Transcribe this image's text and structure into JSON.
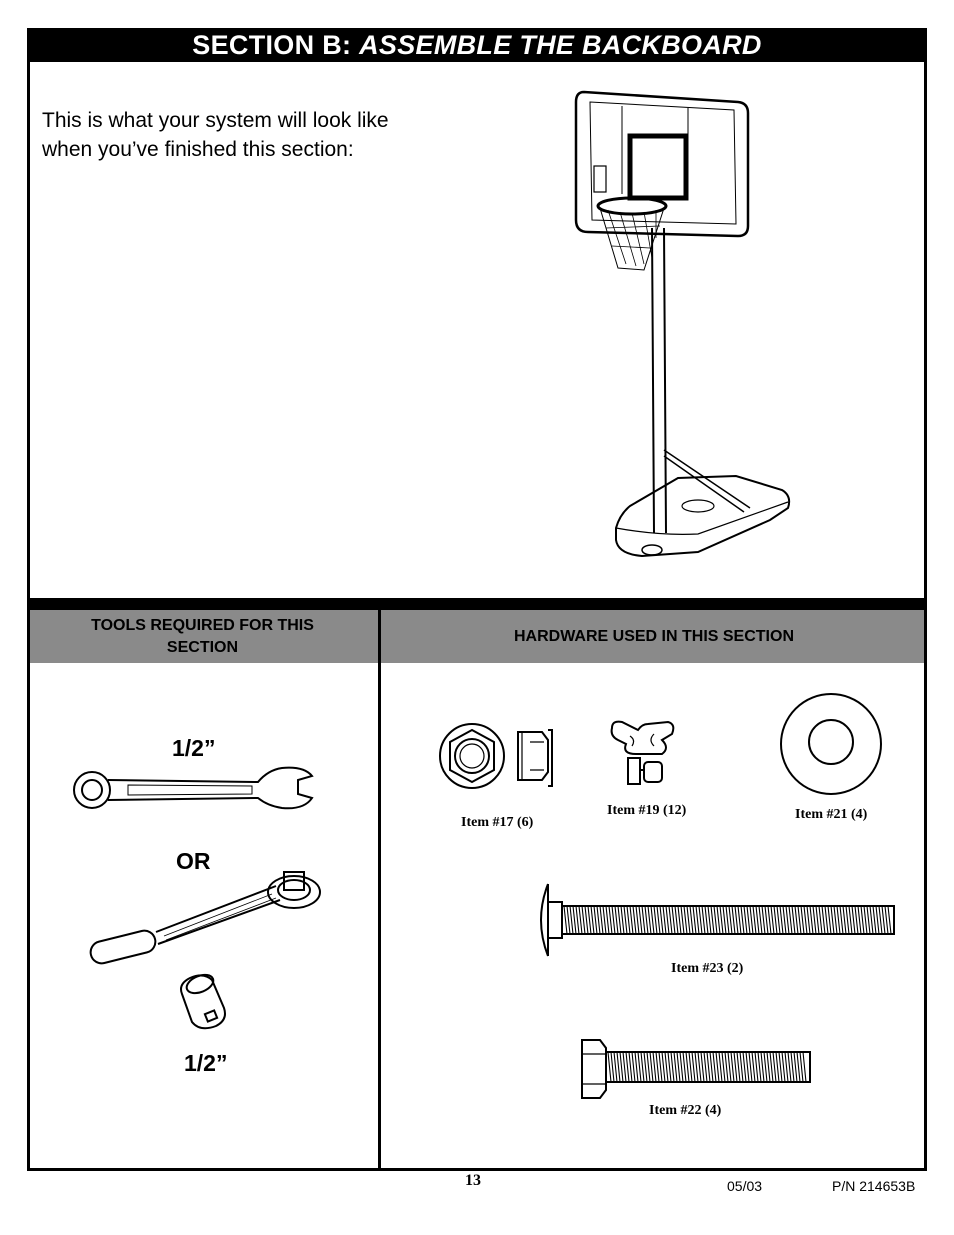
{
  "header": {
    "section_label": "SECTION B:",
    "section_title": "ASSEMBLE THE BACKBOARD"
  },
  "intro": {
    "line1": "This is what your system will look like",
    "line2": "when you’ve finished this section:"
  },
  "tools": {
    "heading_line1": "TOOLS REQUIRED FOR THIS",
    "heading_line2": "SECTION",
    "wrench_size": "1/2”",
    "or_label": "OR",
    "socket_size": "1/2”"
  },
  "hardware": {
    "heading": "HARDWARE USED IN THIS SECTION",
    "items": [
      {
        "label": "Item #17 (6)"
      },
      {
        "label": "Item #19 (12)"
      },
      {
        "label": "Item #21 (4)"
      },
      {
        "label": "Item #23 (2)"
      },
      {
        "label": "Item #22 (4)"
      }
    ]
  },
  "footer": {
    "page_number": "13",
    "date": "05/03",
    "part_number": "P/N 214653B"
  }
}
